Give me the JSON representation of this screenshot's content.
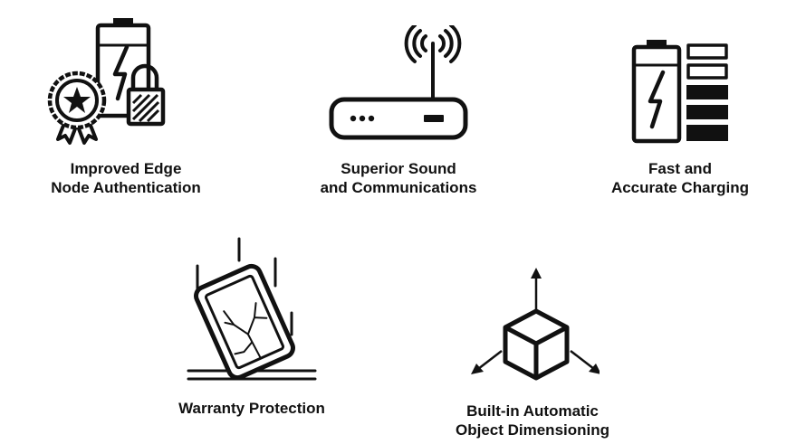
{
  "features": [
    {
      "id": "edge-auth",
      "icon": "battery-badge-lock-icon",
      "lines": [
        "Improved Edge",
        "Node Authentication"
      ]
    },
    {
      "id": "sound-comm",
      "icon": "router-icon",
      "lines": [
        "Superior Sound",
        "and Communications"
      ]
    },
    {
      "id": "charging",
      "icon": "battery-level-icon",
      "lines": [
        "Fast and",
        "Accurate Charging"
      ]
    },
    {
      "id": "warranty",
      "icon": "dropped-phone-icon",
      "lines": [
        "Warranty Protection"
      ]
    },
    {
      "id": "dimensioning",
      "icon": "cube-axes-icon",
      "lines": [
        "Built-in Automatic",
        "Object Dimensioning"
      ]
    }
  ],
  "colors": {
    "ink": "#111111",
    "background": "#ffffff"
  }
}
